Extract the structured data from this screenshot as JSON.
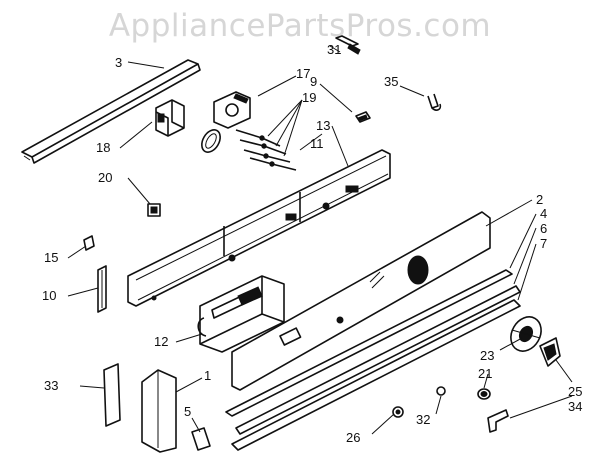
{
  "watermark": "AppliancePartsPros.com",
  "callouts": [
    "1",
    "2",
    "3",
    "4",
    "5",
    "6",
    "7",
    "9",
    "10",
    "11",
    "12",
    "13",
    "15",
    "17",
    "18",
    "19",
    "20",
    "21",
    "23",
    "25",
    "26",
    "31",
    "32",
    "33",
    "34",
    "35"
  ]
}
